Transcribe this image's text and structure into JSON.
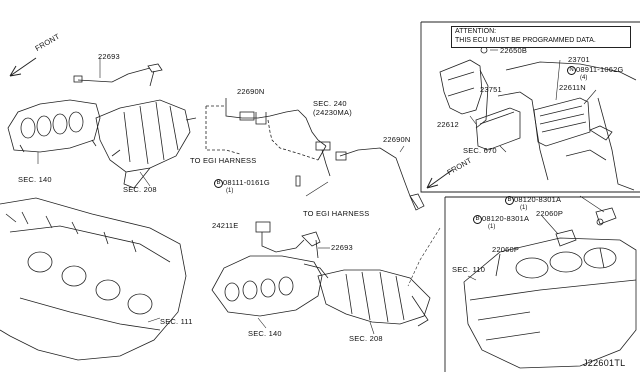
{
  "diagram": {
    "labels": {
      "p22693_top": "22693",
      "front_top": "FRONT",
      "sec140_left": "SEC. 140",
      "sec208_left": "SEC. 208",
      "p22690n_a": "22690N",
      "to_egi_1": "TO EGI HARNESS",
      "sec240": "SEC. 240",
      "sec240_sub": "(24230MA)",
      "p22690n_b": "22690N",
      "bolt_0161g": "08111-0161G",
      "bolt_0161g_qty": "(1)",
      "to_egi_2": "TO EGI HARNESS",
      "p24211e": "24211E",
      "p22693_mid": "22693",
      "sec111": "SEC. 111",
      "sec140_bottom": "SEC. 140",
      "sec208_bottom": "SEC. 208",
      "p22650b": "22650B",
      "p23701": "23701",
      "bolt_1062g": "08911-1062G",
      "bolt_1062g_qty": "(4)",
      "p23751": "23751",
      "p22611n": "22611N",
      "p22612": "22612",
      "sec670": "SEC. 670",
      "front_right": "FRONT",
      "bolt_8301a_1": "08120-8301A",
      "bolt_8301a_1_qty": "(1)",
      "p22060p_a": "22060P",
      "bolt_8301a_2": "08120-8301A",
      "bolt_8301a_2_qty": "(1)",
      "p22060p_b": "22060P",
      "sec110": "SEC. 110",
      "diagram_code": "J22601TL"
    },
    "attention": {
      "line1": "ATTENTION:",
      "line2": "THIS ECU MUST BE PROGRAMMED DATA."
    },
    "bolt_prefix": {
      "n": "N",
      "b": "B"
    }
  }
}
